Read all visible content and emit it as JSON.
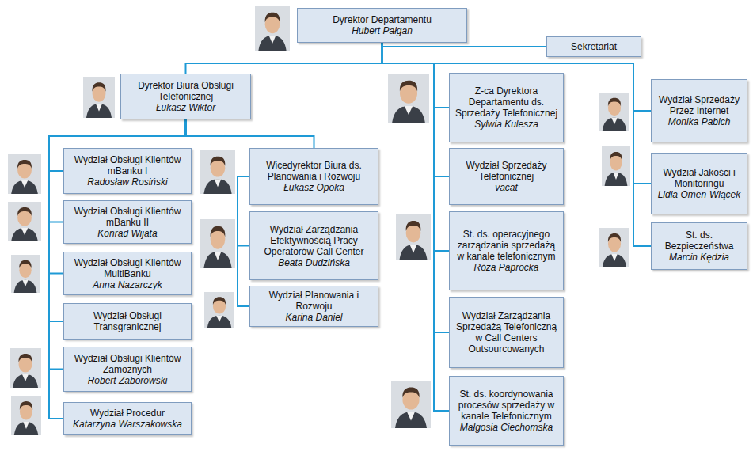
{
  "diagram": {
    "nodes": [
      {
        "text": [
          "Dyrektor Departamentu",
          "Hubert Pałgan"
        ]
      },
      {
        "text": [
          "Sekretariat"
        ]
      },
      {
        "text": [
          "Dyrektor Biura Obsługi Telefonicznej",
          "Łukasz Wiktor"
        ]
      },
      {
        "text": [
          "Z-ca Dyrektora Departamentu ds. Sprzedaży Telefonicznej",
          "Sylwia Kulesza"
        ]
      },
      {
        "text": [
          "Wydział Sprzedaży Przez Internet",
          "Monika Pabich"
        ]
      },
      {
        "text": [
          "Wydział Jakości i Monitoringu",
          "Lidia Omen-Wiącek"
        ]
      },
      {
        "text": [
          "St. ds. Bezpieczeństwa",
          "Marcin Kędzia"
        ]
      },
      {
        "text": [
          "Wydział Obsługi Klientów mBanku I",
          "Radosław Rosiński"
        ]
      },
      {
        "text": [
          "Wydział Obsługi Klientów mBanku II",
          "Konrad Wijata"
        ]
      },
      {
        "text": [
          "Wydział Obsługi Klientów MultiBanku",
          "Anna Nazarczyk"
        ]
      },
      {
        "text": [
          "Wydział Obsługi Transgranicznej"
        ]
      },
      {
        "text": [
          "Wydział Obsługi Klientów Zamożnych",
          "Robert Zaborowski"
        ]
      },
      {
        "text": [
          "Wydział Procedur",
          "Katarzyna Warszakowska"
        ]
      },
      {
        "text": [
          "Wicedyrektor Biura ds. Planowania i Rozwoju",
          "Łukasz Opoka"
        ]
      },
      {
        "text": [
          "Wydział Zarządzania Efektywnością Pracy Operatorów Call Center",
          "Beata Dudzińska"
        ]
      },
      {
        "text": [
          "Wydział Planowania i Rozwoju",
          "Karina Daniel"
        ]
      },
      {
        "text": [
          "Wydział Sprzedaży Telefonicznej",
          "vacat"
        ]
      },
      {
        "text": [
          "St. ds. operacyjnego zarządzania sprzedażą w kanale telefonicznym",
          "Róża Paprocka"
        ]
      },
      {
        "text": [
          "Wydział Zarządzania Sprzedażą Telefoniczną w Call Centers Outsourcowanych"
        ]
      },
      {
        "text": [
          "St. ds. koordynowania procesów sprzedaży w kanale Telefonicznym",
          "Małgosia Ciechomska"
        ]
      }
    ],
    "edges": [
      {
        "from": 0,
        "to": 1,
        "arrow": "none"
      },
      {
        "from": 0,
        "to": 2,
        "arrow": "none"
      },
      {
        "from": 0,
        "to": 3,
        "arrow": "none"
      },
      {
        "from": 0,
        "to": 4,
        "arrow": "none"
      },
      {
        "from": 0,
        "to": 5,
        "arrow": "none"
      },
      {
        "from": 0,
        "to": 6,
        "arrow": "none"
      },
      {
        "from": 2,
        "to": 7,
        "arrow": "none"
      },
      {
        "from": 2,
        "to": 8,
        "arrow": "none"
      },
      {
        "from": 2,
        "to": 9,
        "arrow": "none"
      },
      {
        "from": 2,
        "to": 10,
        "arrow": "none"
      },
      {
        "from": 2,
        "to": 11,
        "arrow": "none"
      },
      {
        "from": 2,
        "to": 12,
        "arrow": "none"
      },
      {
        "from": 2,
        "to": 13,
        "arrow": "none"
      },
      {
        "from": 13,
        "to": 14,
        "arrow": "none"
      },
      {
        "from": 13,
        "to": 15,
        "arrow": "none"
      },
      {
        "from": 3,
        "to": 16,
        "arrow": "none"
      },
      {
        "from": 3,
        "to": 17,
        "arrow": "none"
      },
      {
        "from": 3,
        "to": 18,
        "arrow": "none"
      },
      {
        "from": 3,
        "to": 19,
        "arrow": "none"
      }
    ]
  }
}
